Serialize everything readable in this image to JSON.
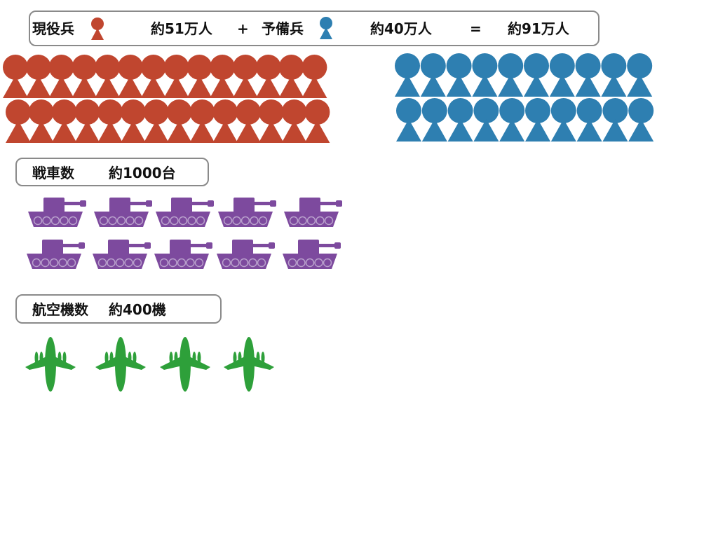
{
  "colors": {
    "active": "#c0462f",
    "reserve": "#2e7fb1",
    "tank": "#7d4a9e",
    "aircraft": "#2ea03a",
    "border": "#8a8a8a"
  },
  "header": {
    "active_label": "現役兵",
    "active_icon": "red-soldier-icon",
    "active_value": "約51万人",
    "plus": "+",
    "reserve_label": "予備兵",
    "reserve_icon": "blue-soldier-icon",
    "reserve_value": "約40万人",
    "equals": "=",
    "total_value": "約91万人"
  },
  "tanks": {
    "label": "戦車数",
    "value": "約1000台",
    "icon": "tank-icon"
  },
  "aircraft": {
    "label": "航空機数",
    "value": "約400機",
    "icon": "airplane-icon"
  },
  "pictograms": {
    "active_soldier_count": 28,
    "reserve_soldier_count": 20,
    "tank_count": 10,
    "aircraft_count": 4
  }
}
